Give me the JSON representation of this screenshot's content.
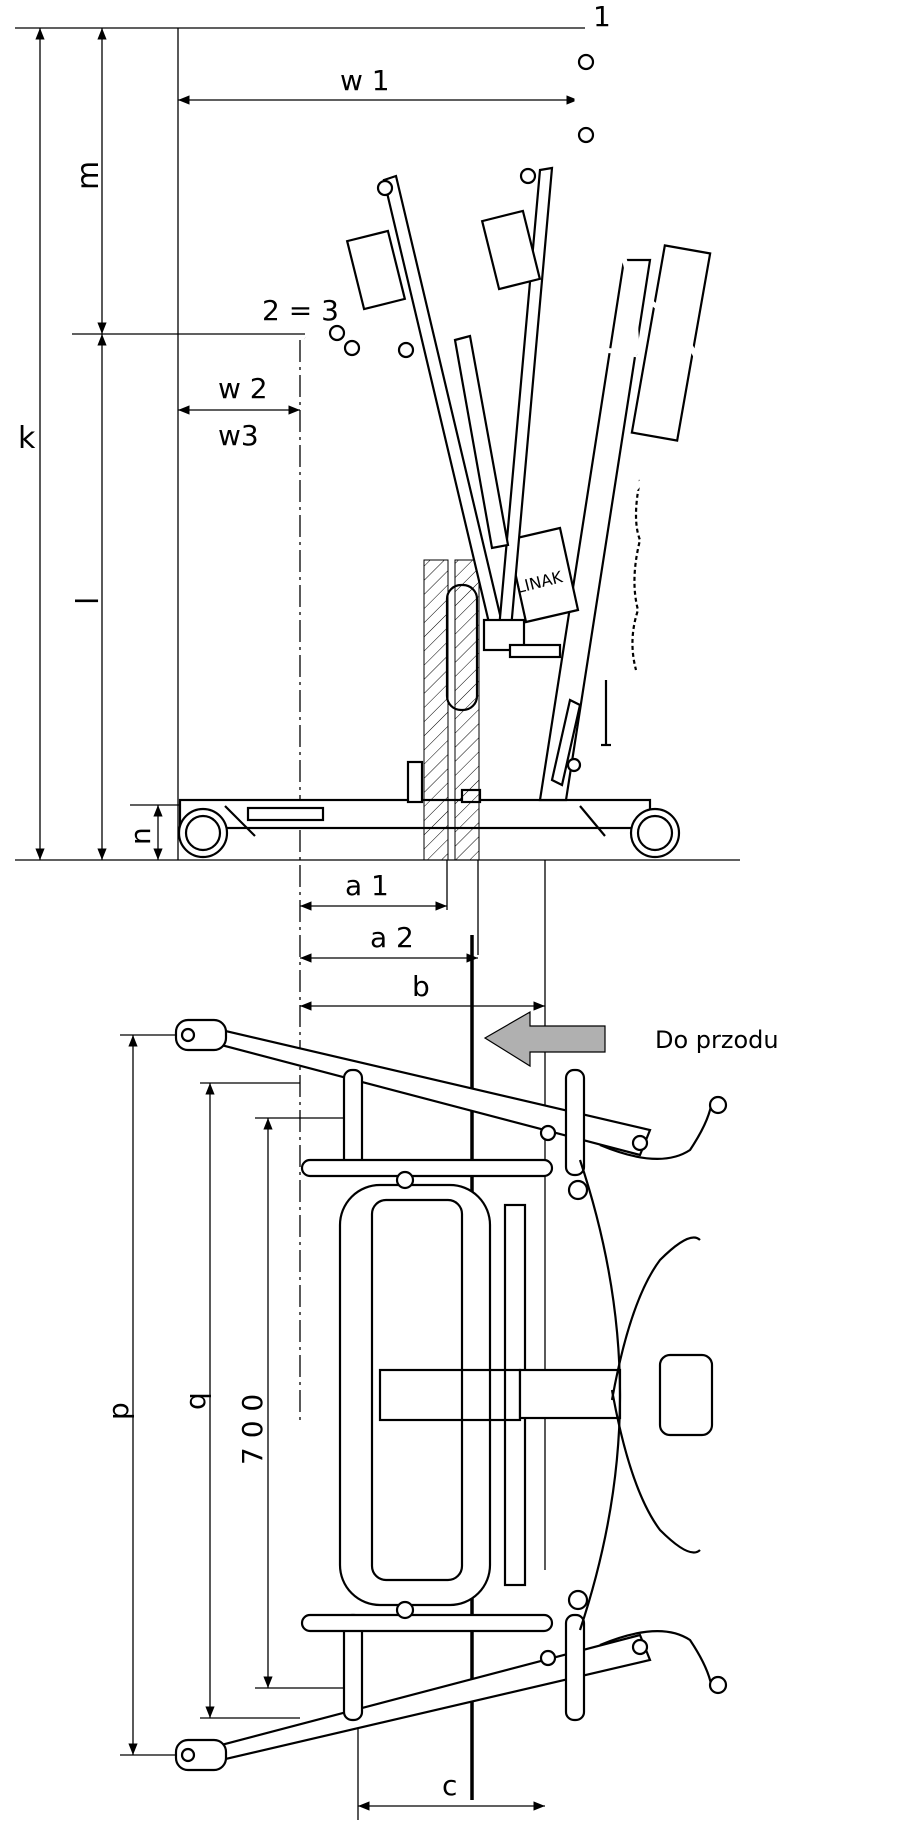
{
  "labels": {
    "k": "k",
    "m": "m",
    "l": "l",
    "n": "n",
    "w1": "w 1",
    "w2": "w 2",
    "w3": "w3",
    "pos1": "1",
    "pos23": "2  =  3",
    "a1": "a 1",
    "a2": "a 2",
    "b": "b",
    "c": "c",
    "p": "p",
    "q": "q",
    "d700": "7 0 0",
    "forward": "Do przodu"
  },
  "logo": "LINAK",
  "colors": {
    "line": "#000000",
    "arrow_fill": "#b0b0b0",
    "background": "#ffffff"
  }
}
